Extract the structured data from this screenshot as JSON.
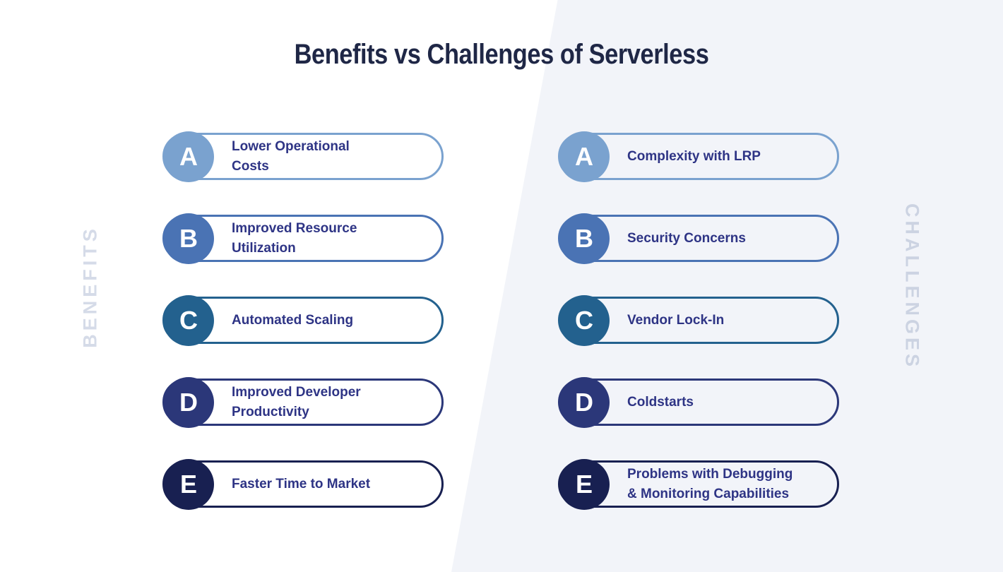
{
  "title": "Benefits vs Challenges of Serverless",
  "colors": {
    "background_left": "#ffffff",
    "background_right": "#f2f4f9",
    "title_text": "#1f2746",
    "item_text": "#2e3485",
    "side_label_left": "#d5dbe8",
    "side_label_right": "#ccd3e2",
    "badge_letter": "#ffffff"
  },
  "left_section": {
    "side_label": "BENEFITS",
    "items": [
      {
        "letter": "A",
        "text": "Lower Operational\nCosts",
        "color": "#7aa2cf"
      },
      {
        "letter": "B",
        "text": "Improved Resource\nUtilization",
        "color": "#4a73b4"
      },
      {
        "letter": "C",
        "text": "Automated Scaling",
        "color": "#23618e"
      },
      {
        "letter": "D",
        "text": "Improved Developer\nProductivity",
        "color": "#2b3779"
      },
      {
        "letter": "E",
        "text": "Faster Time to Market",
        "color": "#182051"
      }
    ]
  },
  "right_section": {
    "side_label": "CHALLENGES",
    "items": [
      {
        "letter": "A",
        "text": "Complexity with LRP",
        "color": "#7aa2cf"
      },
      {
        "letter": "B",
        "text": "Security Concerns",
        "color": "#4a73b4"
      },
      {
        "letter": "C",
        "text": "Vendor Lock-In",
        "color": "#23618e"
      },
      {
        "letter": "D",
        "text": "Coldstarts",
        "color": "#2b3779"
      },
      {
        "letter": "E",
        "text": "Problems with Debugging\n& Monitoring Capabilities",
        "color": "#182051"
      }
    ]
  }
}
